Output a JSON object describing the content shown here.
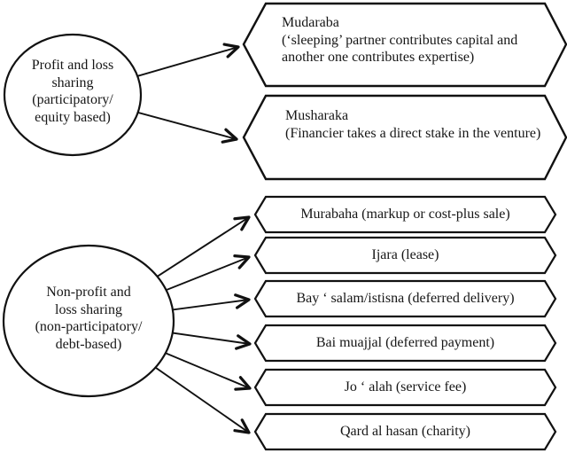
{
  "figure": {
    "background": "#ffffff",
    "line_color": "#111111",
    "type": "flow-diagram",
    "topic": "Islamic finance contract types"
  },
  "categories": [
    {
      "id": "profit-loss-sharing",
      "lines": [
        "Profit and loss",
        "sharing",
        "(participatory/",
        "equity based)"
      ]
    },
    {
      "id": "non-profit-loss-sharing",
      "lines": [
        "Non-profit and",
        "loss sharing",
        "(non-participatory/",
        "debt-based)"
      ]
    }
  ],
  "instruments": [
    {
      "id": "mudaraba",
      "title": "Mudaraba",
      "desc": "(‘sleeping’ partner contributes capital and another one contributes expertise)"
    },
    {
      "id": "musharaka",
      "title": "Musharaka",
      "desc": "(Financier takes a direct stake in the venture)"
    },
    {
      "id": "murabaha",
      "label": "Murabaha (markup or cost-plus sale)"
    },
    {
      "id": "ijara",
      "label": "Ijara (lease)"
    },
    {
      "id": "bay-salam-istisna",
      "label": "Bay ‘ salam/istisna (deferred delivery)"
    },
    {
      "id": "bai-muajjal",
      "label": "Bai muajjal (deferred payment)"
    },
    {
      "id": "jo-alah",
      "label": "Jo ‘ alah (service fee)"
    },
    {
      "id": "qard-al-hasan",
      "label": "Qard al hasan (charity)"
    }
  ]
}
